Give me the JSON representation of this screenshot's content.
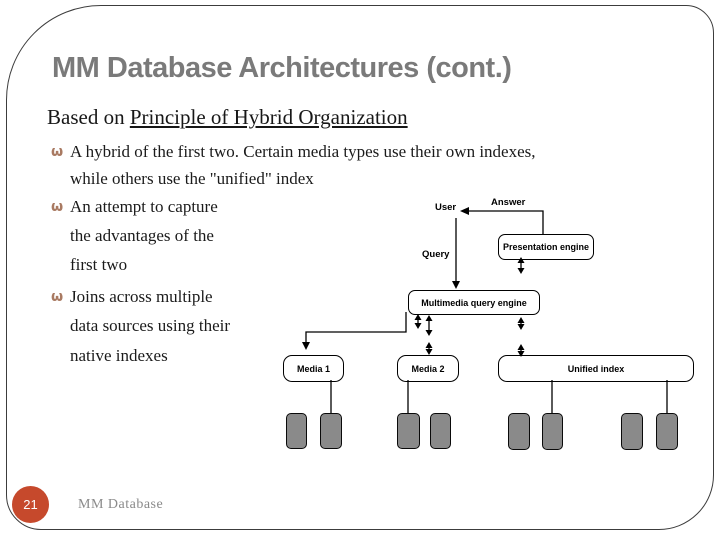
{
  "slide": {
    "title": "MM Database Architectures (cont.)",
    "subtitle": {
      "prefix": "Based on ",
      "underlined": "Principle of Hybrid Organization"
    },
    "bullet_glyph": "ω",
    "bullets": [
      {
        "lines": [
          "A hybrid of the first two. Certain media types use their own indexes,",
          "while others use the \"unified\" index"
        ]
      },
      {
        "lines": [
          "An attempt to capture",
          "the advantages of the",
          "first two"
        ]
      },
      {
        "lines": [
          "Joins across multiple",
          "data sources using their",
          "native indexes"
        ]
      }
    ],
    "footer": {
      "page_number": "21",
      "text": "MM Database"
    }
  },
  "diagram": {
    "labels": {
      "user": "User",
      "answer": "Answer",
      "query": "Query"
    },
    "boxes": {
      "presentation_engine": "Presentation engine",
      "multimedia_query_engine": "Multimedia query engine",
      "media_1": "Media 1",
      "media_2": "Media 2",
      "unified_index": "Unified index"
    }
  },
  "colors": {
    "title_gray": "#7a7a7a",
    "bullet_brown": "#a97a62",
    "page_circle_orange": "#c6492c",
    "storage_block_gray": "#8a8a8a",
    "footer_text_gray": "#8a8a8a"
  }
}
